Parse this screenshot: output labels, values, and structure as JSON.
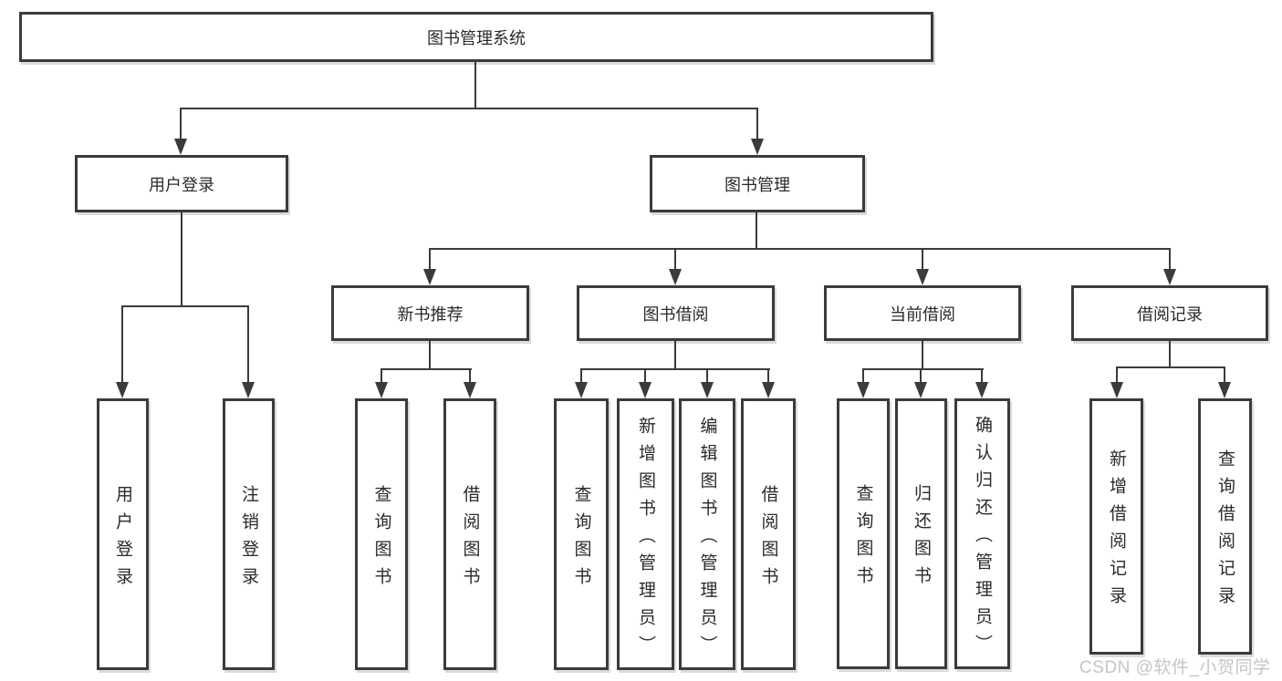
{
  "diagram": {
    "root": "图书管理系统",
    "level2": [
      {
        "label": "用户登录",
        "leaves": [
          "用户登录",
          "注销登录"
        ]
      },
      {
        "label": "图书管理",
        "sections": [
          {
            "label": "新书推荐",
            "leaves": [
              "查询图书",
              "借阅图书"
            ]
          },
          {
            "label": "图书借阅",
            "leaves": [
              "查询图书",
              "新增图书（管理员）",
              "编辑图书（管理员）",
              "借阅图书"
            ]
          },
          {
            "label": "当前借阅",
            "leaves": [
              "查询图书",
              "归还图书",
              "确认归还（管理员）"
            ]
          },
          {
            "label": "借阅记录",
            "leaves": [
              "新增借阅记录",
              "查询借阅记录"
            ]
          }
        ]
      }
    ]
  },
  "watermark": {
    "text": "CSDN @软件_小贺同学"
  },
  "colors": {
    "line": "#3b3b3b",
    "text": "#2a2a2a",
    "background": "#ffffff",
    "watermark": "#c2c5c9"
  }
}
